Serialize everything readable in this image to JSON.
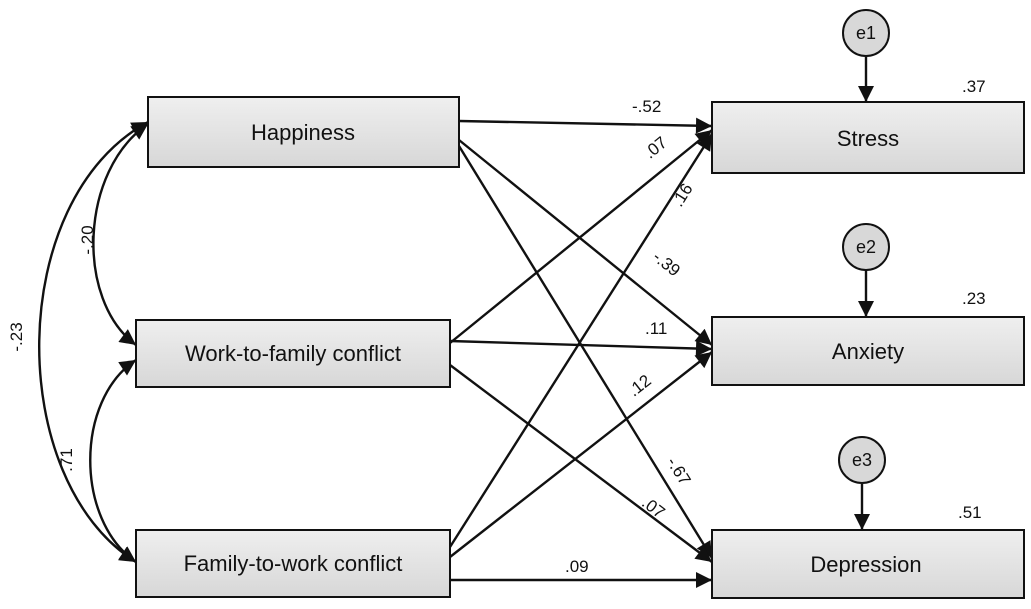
{
  "exogenous": {
    "happiness": "Happiness",
    "wfc": "Work-to-family conflict",
    "fwc": "Family-to-work conflict"
  },
  "outcomes": {
    "stress": "Stress",
    "anxiety": "Anxiety",
    "depression": "Depression"
  },
  "errors": {
    "e1": "e1",
    "e2": "e2",
    "e3": "e3"
  },
  "r_squared": {
    "stress": ".37",
    "anxiety": ".23",
    "depression": ".51"
  },
  "correlations": {
    "happiness_wfc": "-.20",
    "happiness_fwc": "-.23",
    "wfc_fwc": ".71"
  },
  "paths": {
    "happiness_stress": "-.52",
    "happiness_anxiety": "-.39",
    "happiness_depression": "-.67",
    "wfc_stress": ".07",
    "wfc_anxiety": ".11",
    "wfc_depression": ".07",
    "fwc_stress": ".16",
    "fwc_anxiety": ".12",
    "fwc_depression": ".09"
  }
}
